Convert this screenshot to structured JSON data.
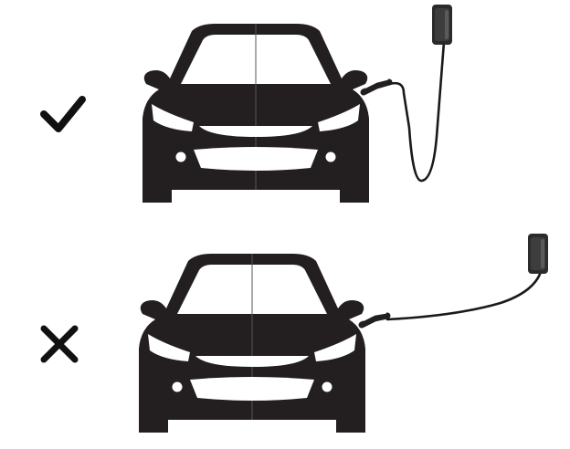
{
  "diagram": {
    "panels": [
      {
        "id": "correct",
        "status_icon": "checkmark-icon",
        "cable_state": "slack",
        "meaning": "correct"
      },
      {
        "id": "incorrect",
        "status_icon": "cross-icon",
        "cable_state": "taut",
        "meaning": "incorrect"
      }
    ],
    "colors": {
      "car": "#231f20",
      "charger": "#2b2b2b",
      "charger_highlight": "#5a5a5a",
      "cable": "#1a1a1a",
      "icon": "#111111",
      "background": "#ffffff"
    }
  }
}
